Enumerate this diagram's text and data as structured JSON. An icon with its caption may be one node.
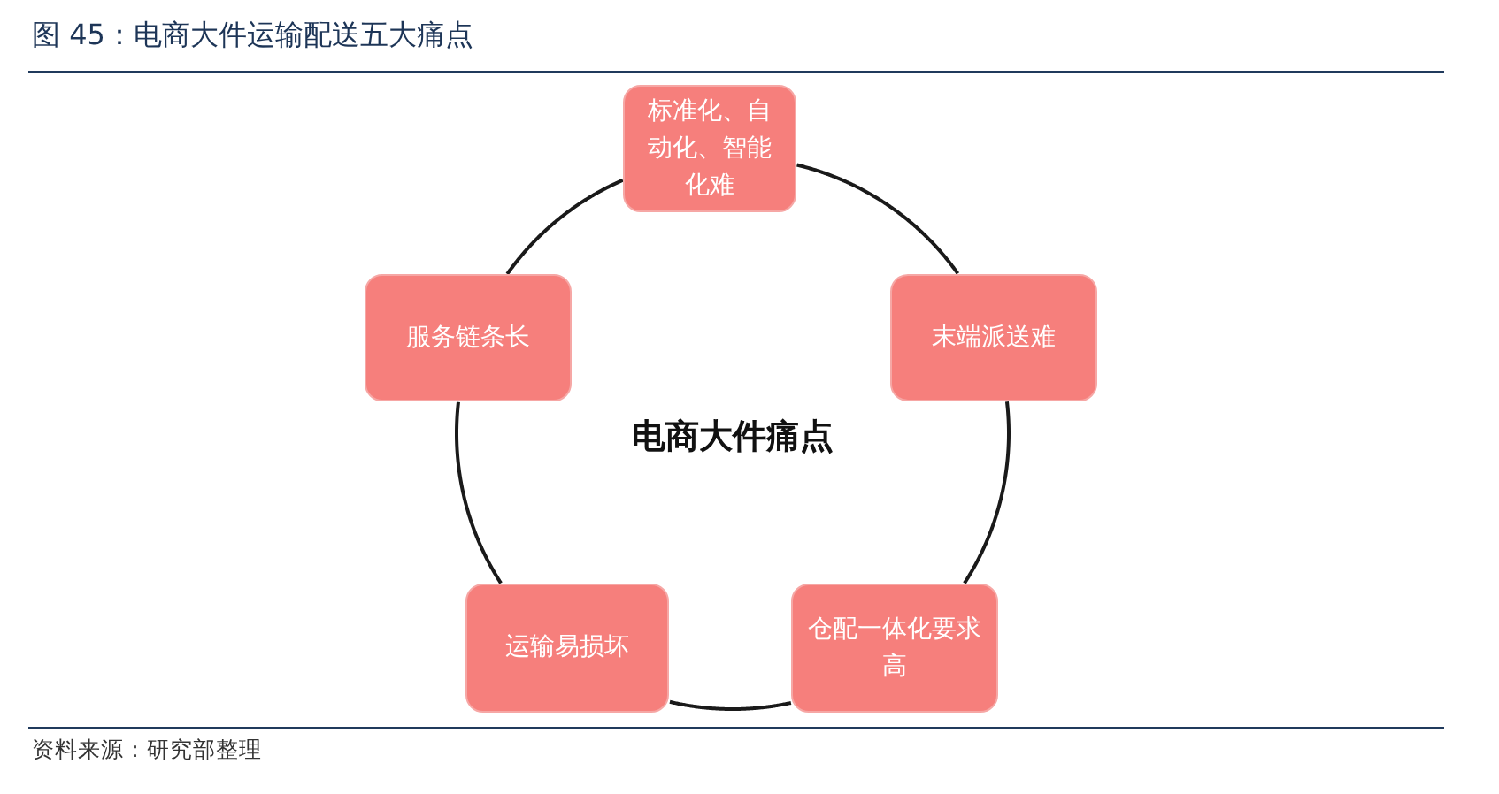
{
  "diagram": {
    "title": "图 45：电商大件运输配送五大痛点",
    "caption": "资料来源：研究部整理",
    "nodes": [
      {
        "text": [
          "标准化、自动化、智能化难"
        ]
      },
      {
        "text": [
          "服务链条长"
        ]
      },
      {
        "text": [
          "末端派送难"
        ]
      },
      {
        "text": [
          "运输易损坏"
        ]
      },
      {
        "text": [
          "仓配一体化要求高"
        ]
      }
    ],
    "edges": [
      {
        "from": 0,
        "to": 2,
        "arrow": "none"
      },
      {
        "from": 2,
        "to": 4,
        "arrow": "none"
      },
      {
        "from": 4,
        "to": 3,
        "arrow": "none"
      },
      {
        "from": 3,
        "to": 1,
        "arrow": "none"
      },
      {
        "from": 1,
        "to": 0,
        "arrow": "none"
      }
    ],
    "labels": [
      "电商大件痛点"
    ]
  }
}
